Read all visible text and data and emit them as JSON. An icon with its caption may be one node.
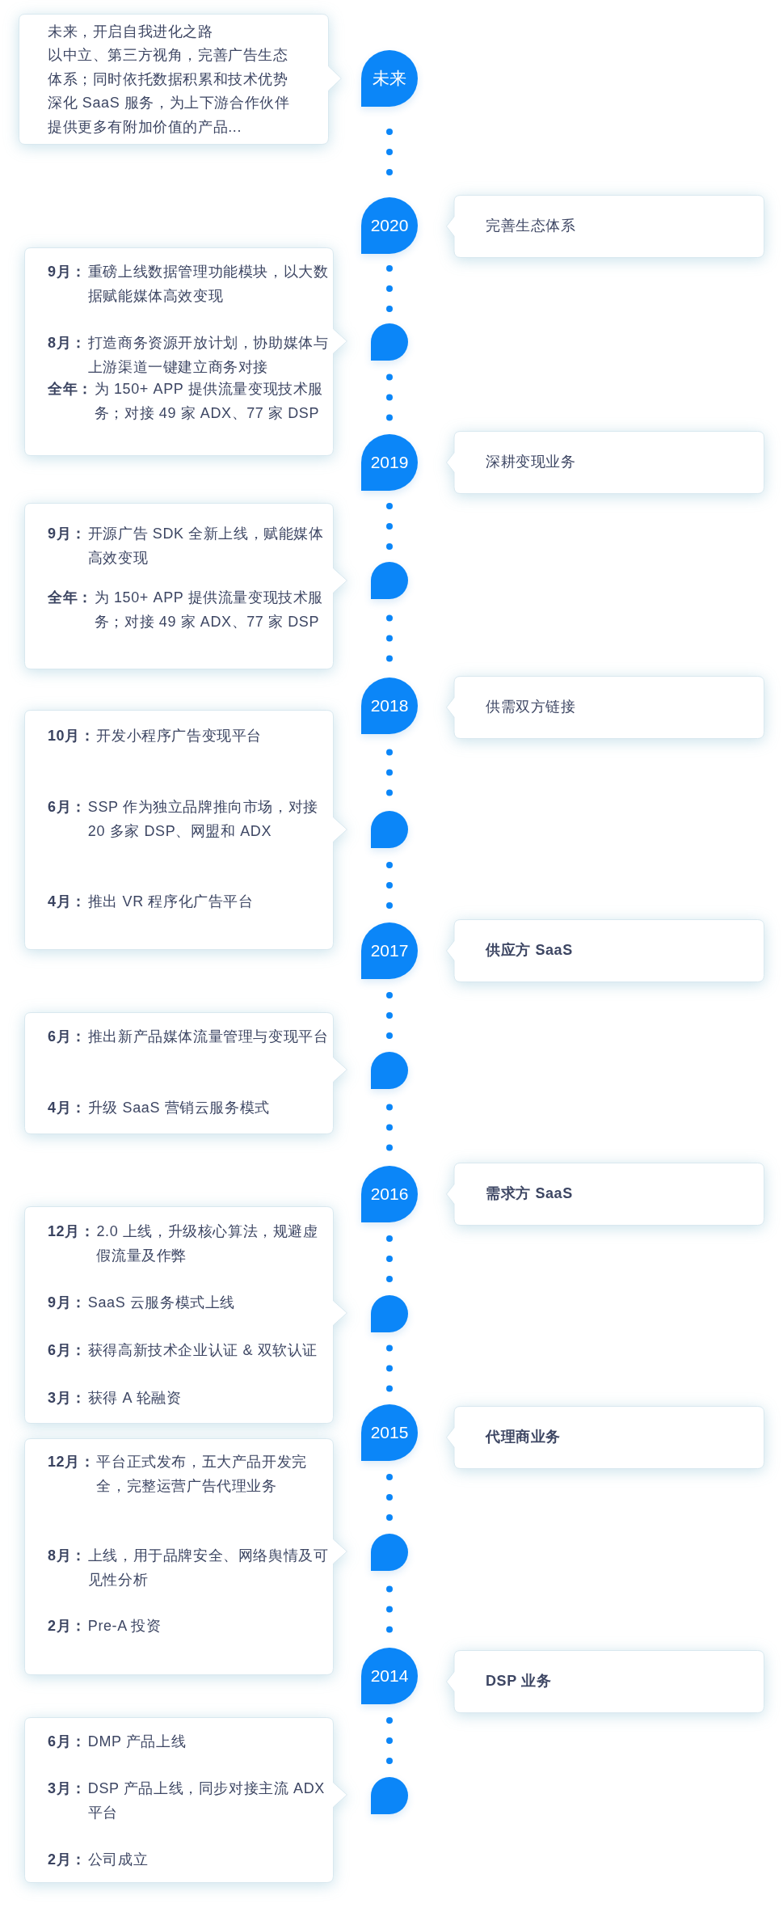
{
  "diagram": {
    "nodes": [
      {
        "text": [
          "未来，开启自我进化之路",
          "以中立、第三方视角，完善广告生态体系；同时依托数据积累和技术优势深化 SaaS 服务，为上下游合作伙伴提供更多有附加价值的产品..."
        ]
      },
      {
        "text": [
          "未来"
        ]
      },
      {
        "text": [
          "2020"
        ]
      },
      {
        "text": [
          "完善生态体系"
        ]
      },
      {
        "text": [
          "9月：",
          "重磅上线数据管理功能模块，以大数据赋能媒体高效变现",
          "8月：",
          "打造商务资源开放计划，协助媒体与上游渠道一键建立商务对接",
          "全年：",
          "为 150+ APP 提供流量变现技术服务；对接 49 家 ADX、77 家 DSP"
        ]
      },
      {
        "text": [],
        "shape": "circle"
      },
      {
        "text": [
          "2019"
        ]
      },
      {
        "text": [
          "深耕变现业务"
        ]
      },
      {
        "text": [
          "9月：",
          "开源广告 SDK 全新上线，赋能媒体高效变现",
          "全年：",
          "为 150+ APP 提供流量变现技术服务；对接 49 家 ADX、77 家 DSP"
        ]
      },
      {
        "text": [],
        "shape": "circle"
      },
      {
        "text": [
          "2018"
        ]
      },
      {
        "text": [
          "供需双方链接"
        ]
      },
      {
        "text": [
          "10月：",
          "开发小程序广告变现平台",
          "6月：",
          "SSP 作为独立品牌推向市场，对接 20 多家 DSP、网盟和 ADX",
          "4月：",
          "推出 VR 程序化广告平台"
        ]
      },
      {
        "text": [],
        "shape": "circle"
      },
      {
        "text": [
          "2017"
        ]
      },
      {
        "text": [
          "供应方 SaaS"
        ]
      },
      {
        "text": [
          "6月：",
          "推出新产品媒体流量管理与变现平台",
          "4月：",
          "升级 SaaS 营销云服务模式"
        ]
      },
      {
        "text": [],
        "shape": "circle"
      },
      {
        "text": [
          "2016"
        ]
      },
      {
        "text": [
          "需求方 SaaS"
        ]
      },
      {
        "text": [
          "12月：",
          "2.0 上线，升级核心算法，规避虚假流量及作弊",
          "9月：",
          "SaaS 云服务模式上线",
          "6月：",
          "获得高新技术企业认证 & 双软认证",
          "3月：",
          "获得 A 轮融资"
        ]
      },
      {
        "text": [],
        "shape": "circle"
      },
      {
        "text": [
          "2015"
        ]
      },
      {
        "text": [
          "代理商业务"
        ]
      },
      {
        "text": [
          "12月：",
          "平台正式发布，五大产品开发完全，完整运营广告代理业务",
          "8月：",
          "上线，用于品牌安全、网络舆情及可见性分析",
          "2月：",
          "Pre-A 投资"
        ]
      },
      {
        "text": [],
        "shape": "circle"
      },
      {
        "text": [
          "2014"
        ]
      },
      {
        "text": [
          "DSP 业务"
        ]
      },
      {
        "text": [
          "6月：",
          "DMP 产品上线",
          "3月：",
          "DSP 产品上线，同步对接主流 ADX 平台",
          "2月：",
          "公司成立"
        ]
      },
      {
        "text": [],
        "shape": "circle"
      }
    ],
    "edges": [
      {
        "from": 1,
        "to": 2,
        "arrow": "none"
      },
      {
        "from": 2,
        "to": 5,
        "arrow": "none"
      },
      {
        "from": 5,
        "to": 6,
        "arrow": "none"
      },
      {
        "from": 6,
        "to": 9,
        "arrow": "none"
      },
      {
        "from": 9,
        "to": 10,
        "arrow": "none"
      },
      {
        "from": 10,
        "to": 13,
        "arrow": "none"
      },
      {
        "from": 13,
        "to": 14,
        "arrow": "none"
      },
      {
        "from": 14,
        "to": 17,
        "arrow": "none"
      },
      {
        "from": 17,
        "to": 18,
        "arrow": "none"
      },
      {
        "from": 18,
        "to": 21,
        "arrow": "none"
      },
      {
        "from": 21,
        "to": 22,
        "arrow": "none"
      },
      {
        "from": 22,
        "to": 25,
        "arrow": "none"
      },
      {
        "from": 25,
        "to": 26,
        "arrow": "none"
      },
      {
        "from": 26,
        "to": 29,
        "arrow": "none"
      }
    ]
  }
}
